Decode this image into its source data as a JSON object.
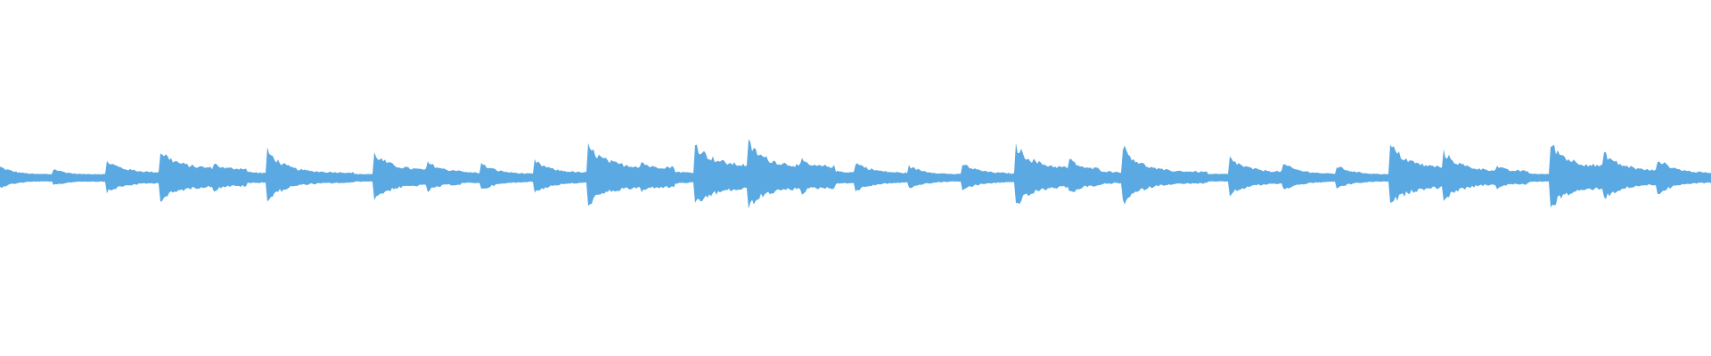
{
  "waveform": {
    "color": "#5aa9e2",
    "background": "#ffffff",
    "duration_units": 32,
    "events": [
      {
        "t": 0.0,
        "amp": 0.26,
        "decay": 0.24
      },
      {
        "t": 1.0,
        "amp": 0.2,
        "decay": 0.22
      },
      {
        "t": 2.0,
        "amp": 0.42,
        "decay": 0.42
      },
      {
        "t": 3.0,
        "amp": 0.7,
        "decay": 0.55
      },
      {
        "t": 4.0,
        "amp": 0.36,
        "decay": 0.4
      },
      {
        "t": 5.0,
        "amp": 0.7,
        "decay": 0.26
      },
      {
        "t": 7.0,
        "amp": 0.62,
        "decay": 0.48
      },
      {
        "t": 8.0,
        "amp": 0.38,
        "decay": 0.4
      },
      {
        "t": 9.0,
        "amp": 0.34,
        "decay": 0.3
      },
      {
        "t": 10.0,
        "amp": 0.42,
        "decay": 0.38
      },
      {
        "t": 11.0,
        "amp": 0.82,
        "decay": 0.55
      },
      {
        "t": 11.7,
        "amp": 0.14,
        "decay": 0.22
      },
      {
        "t": 12.0,
        "amp": 0.4,
        "decay": 0.38
      },
      {
        "t": 13.0,
        "amp": 0.88,
        "decay": 0.58
      },
      {
        "t": 14.0,
        "amp": 0.9,
        "decay": 0.55
      },
      {
        "t": 15.0,
        "amp": 0.44,
        "decay": 0.38
      },
      {
        "t": 16.0,
        "amp": 0.38,
        "decay": 0.38
      },
      {
        "t": 17.0,
        "amp": 0.28,
        "decay": 0.3
      },
      {
        "t": 18.0,
        "amp": 0.34,
        "decay": 0.36
      },
      {
        "t": 19.0,
        "amp": 0.84,
        "decay": 0.46
      },
      {
        "t": 20.0,
        "amp": 0.46,
        "decay": 0.38
      },
      {
        "t": 21.0,
        "amp": 0.82,
        "decay": 0.26
      },
      {
        "t": 23.0,
        "amp": 0.5,
        "decay": 0.4
      },
      {
        "t": 24.0,
        "amp": 0.34,
        "decay": 0.3
      },
      {
        "t": 25.0,
        "amp": 0.28,
        "decay": 0.28
      },
      {
        "t": 26.0,
        "amp": 0.86,
        "decay": 0.48
      },
      {
        "t": 27.0,
        "amp": 0.66,
        "decay": 0.4
      },
      {
        "t": 28.0,
        "amp": 0.28,
        "decay": 0.28
      },
      {
        "t": 29.0,
        "amp": 0.9,
        "decay": 0.52
      },
      {
        "t": 30.0,
        "amp": 0.64,
        "decay": 0.4
      },
      {
        "t": 31.0,
        "amp": 0.48,
        "decay": 0.3
      }
    ]
  }
}
